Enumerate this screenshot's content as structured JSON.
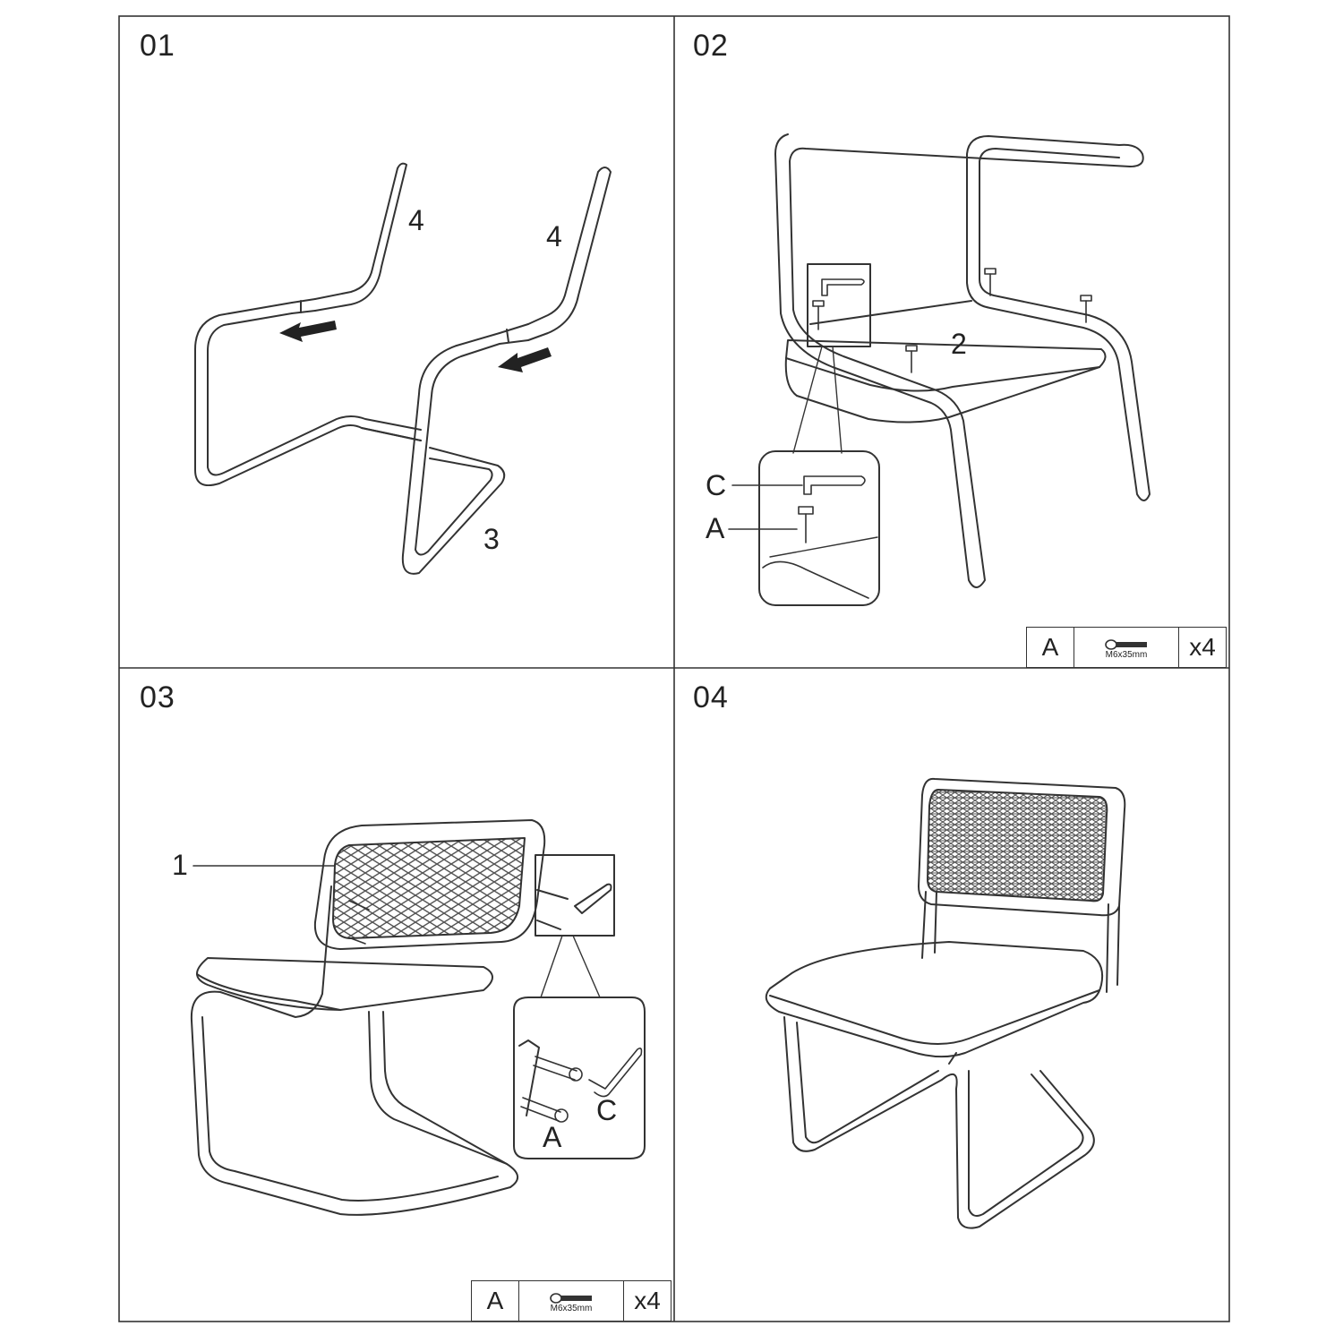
{
  "steps": [
    {
      "number": "01",
      "callouts": {
        "back_left": "4",
        "back_right": "4",
        "base": "3"
      }
    },
    {
      "number": "02",
      "callouts": {
        "seat": "2",
        "key": "C",
        "screw": "A"
      }
    },
    {
      "number": "03",
      "callouts": {
        "backrest": "1",
        "key": "C",
        "screw": "A"
      }
    },
    {
      "number": "04"
    }
  ],
  "hardware": {
    "letter": "A",
    "size": "M6x35mm",
    "qty": "x4"
  },
  "icons": {
    "arrow": "assembly-arrow-icon",
    "screw": "screw-icon",
    "hex_key": "allen-key-icon"
  },
  "colors": {
    "line": "#333333",
    "mesh": "#555555",
    "background": "#ffffff"
  }
}
